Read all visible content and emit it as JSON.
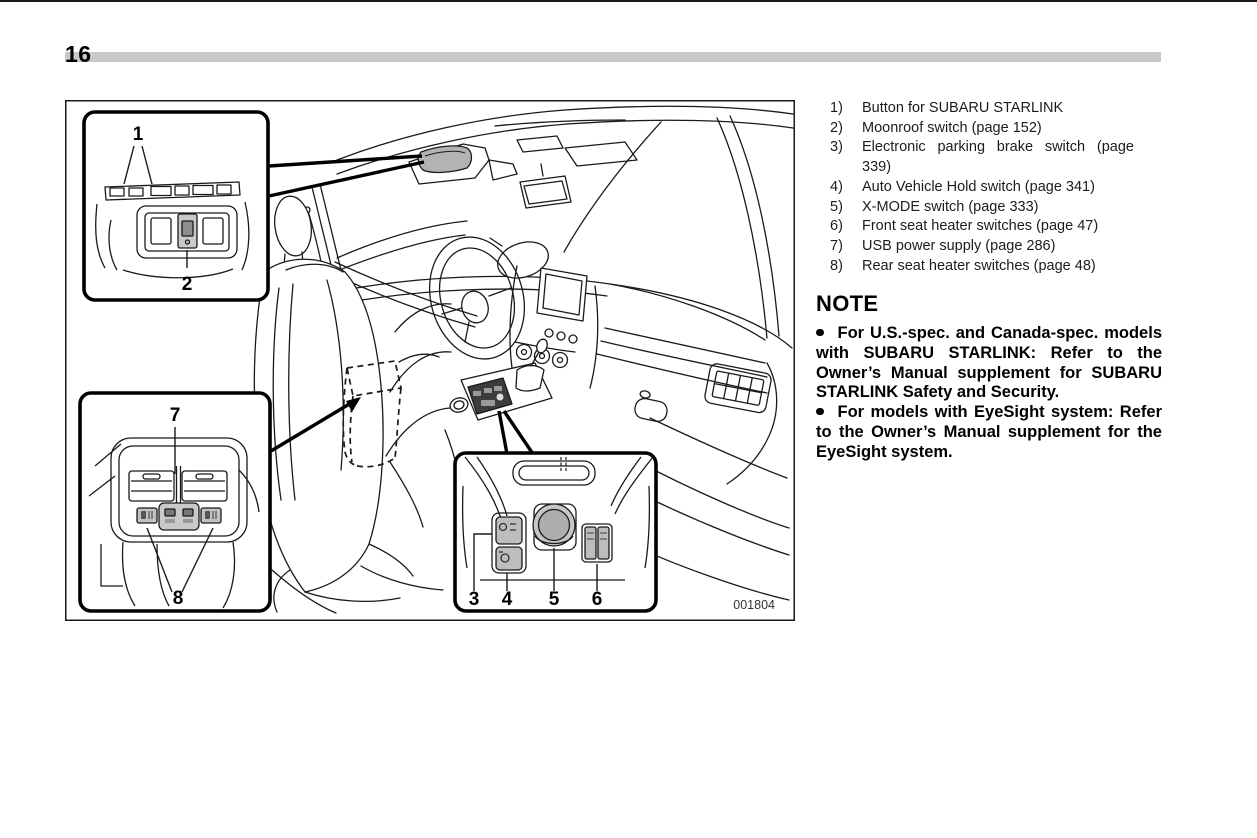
{
  "page": {
    "number": "16"
  },
  "figure": {
    "id": "001804",
    "callouts": [
      "1",
      "2",
      "3",
      "4",
      "5",
      "6",
      "7",
      "8"
    ]
  },
  "legend": {
    "items": [
      {
        "num": "1)",
        "text": "Button for SUBARU STARLINK"
      },
      {
        "num": "2)",
        "text": "Moonroof switch (page 152)"
      },
      {
        "num": "3)",
        "text": "Electronic parking brake switch (page 339)"
      },
      {
        "num": "4)",
        "text": "Auto Vehicle Hold switch (page 341)"
      },
      {
        "num": "5)",
        "text": "X-MODE switch (page 333)"
      },
      {
        "num": "6)",
        "text": "Front seat heater switches (page 47)"
      },
      {
        "num": "7)",
        "text": "USB power supply (page 286)"
      },
      {
        "num": "8)",
        "text": "Rear seat heater switches (page 48)"
      }
    ]
  },
  "note": {
    "heading": "NOTE",
    "bullets": [
      {
        "text": "For U.S.-spec. and Canada-spec. models with SUBARU STARLINK: Refer to the Owner’s Manual supplement for SUBARU STARLINK Safety and Secur­ity."
      },
      {
        "text": "For models with EyeSight system: Refer to the Owner’s Manual supple­ment for the EyeSight system."
      }
    ]
  }
}
